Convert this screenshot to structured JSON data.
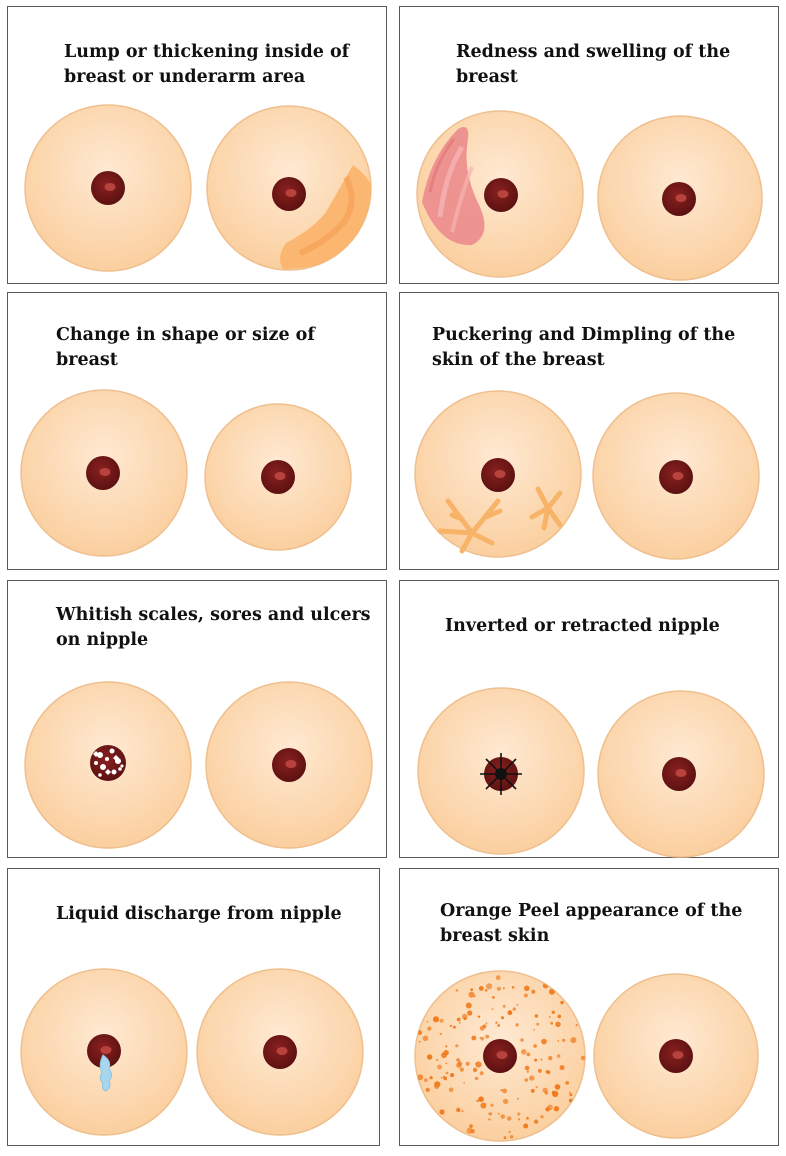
{
  "panels": [
    {
      "id": "lump",
      "caption": [
        "Lump or thickening inside of",
        "breast or underarm area"
      ]
    },
    {
      "id": "redness",
      "caption": [
        "Redness and swelling of the",
        "breast"
      ]
    },
    {
      "id": "shape",
      "caption": [
        "Change in shape or size of",
        "breast"
      ]
    },
    {
      "id": "puckering",
      "caption": [
        "Puckering and Dimpling of the",
        "skin of the breast"
      ]
    },
    {
      "id": "scales",
      "caption": [
        "Whitish scales, sores and ulcers",
        "on nipple"
      ]
    },
    {
      "id": "inverted",
      "caption": [
        "Inverted or retracted nipple",
        ""
      ]
    },
    {
      "id": "discharge",
      "caption": [
        "Liquid discharge from nipple",
        ""
      ]
    },
    {
      "id": "orange-peel",
      "caption": [
        "Orange Peel appearance of the",
        "breast skin"
      ]
    }
  ],
  "colors": {
    "skin_light": "#fde5cb",
    "skin_mid": "#fbd2a9",
    "skin_outline": "#efbf8e",
    "areola": "#6b1616",
    "nipple": "#a8322f",
    "lump": "#fbb26a",
    "redness": "#ec8c8c",
    "orange_spots": "#f07a1d",
    "discharge": "#a9d6ef"
  }
}
